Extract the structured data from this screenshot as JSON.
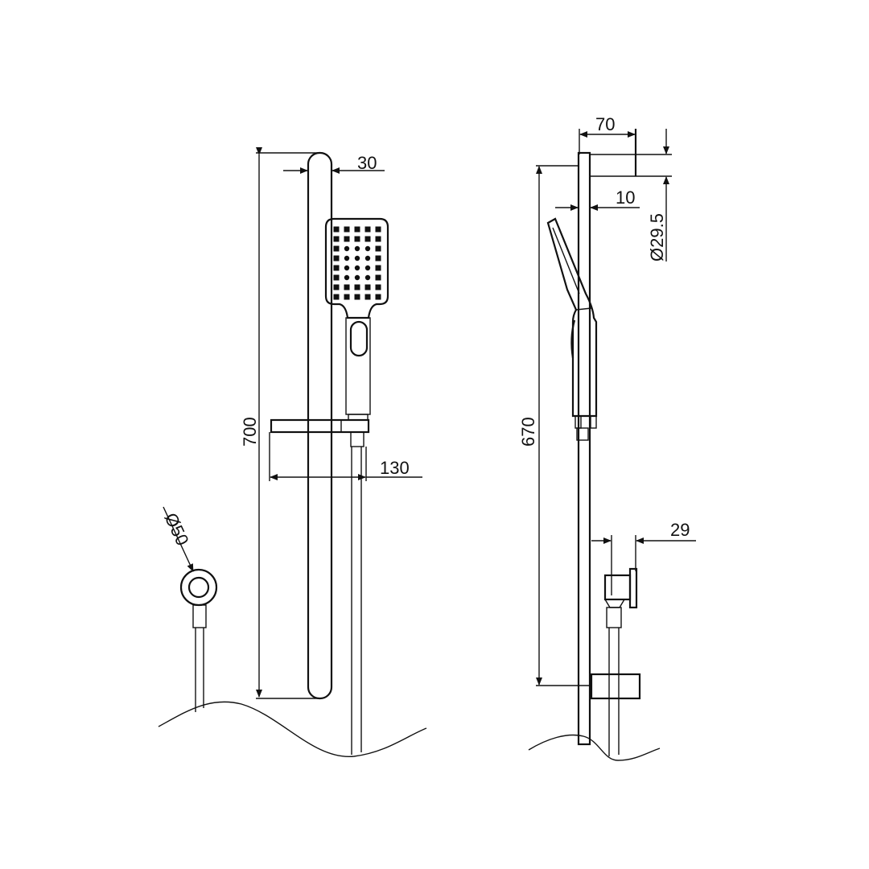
{
  "front_view": {
    "rail_width": "30",
    "rail_height": "700",
    "holder_depth": "130",
    "outlet_diameter": "Ø50"
  },
  "side_view": {
    "bracket_projection": "70",
    "rail_offset": "10",
    "bracket_diameter": "Ø29.5",
    "fixing_centres": "670",
    "elbow_projection": "29"
  },
  "colors": {
    "line": "#111111",
    "background": "#ffffff"
  }
}
